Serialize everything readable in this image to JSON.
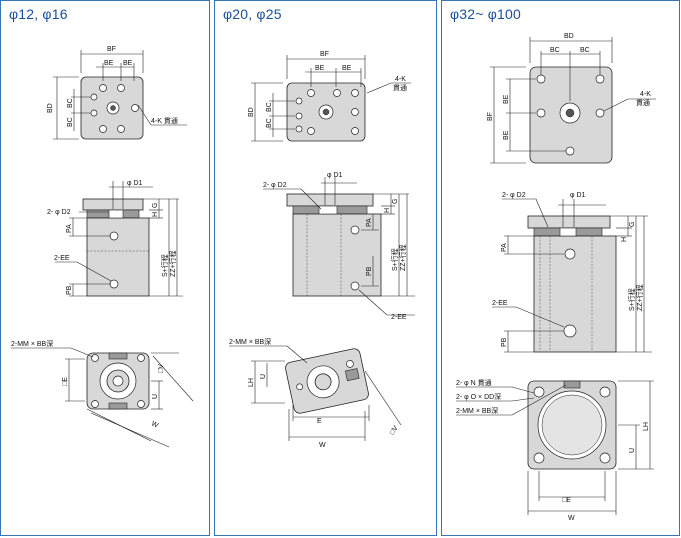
{
  "panels": [
    {
      "title": "φ12, φ16"
    },
    {
      "title": "φ20, φ25"
    },
    {
      "title": "φ32~ φ100"
    }
  ],
  "labels": {
    "bf": "BF",
    "be": "BE",
    "bd": "BD",
    "bc": "BC",
    "k": "4-K",
    "k_through": "貫通",
    "k_full": "4-K 貫通",
    "d1": "φ D1",
    "d2": "2- φ D2",
    "h": "H",
    "g": "G",
    "pa": "PA",
    "pb": "PB",
    "ee": "2-EE",
    "s": "S+行程",
    "zz": "ZZ+行程",
    "mm": "2-MM × BB深",
    "sq_e": "□E",
    "sq_v": "□V",
    "u": "U",
    "w": "W",
    "lh": "LH",
    "e": "E",
    "n": "2- φ N 貫通",
    "o": "2- φ O × DD深"
  },
  "colors": {
    "border": "#3a74b8",
    "title": "#1a4f9c",
    "body": "#d8d8d8"
  }
}
